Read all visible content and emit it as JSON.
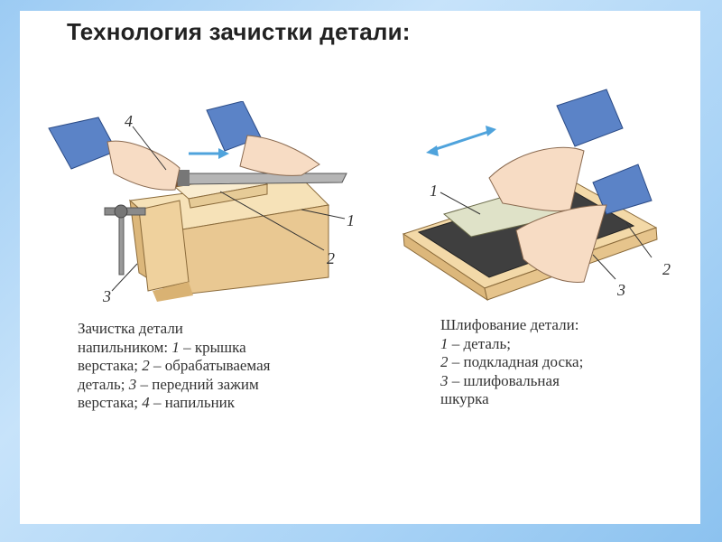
{
  "title": "Технология зачистки детали:",
  "left_figure": {
    "labels": [
      "4",
      "1",
      "2",
      "3"
    ],
    "caption_lines": [
      [
        "Зачистка детали"
      ],
      [
        "напильником: ",
        "1",
        " – крышка"
      ],
      [
        "верстака; ",
        "2",
        " – обрабатываемая"
      ],
      [
        "деталь; ",
        "3",
        " – передний зажим"
      ],
      [
        "верстака; ",
        "4",
        " – напильник"
      ]
    ]
  },
  "right_figure": {
    "labels": [
      "1",
      "2",
      "3"
    ],
    "caption_lines": [
      [
        "Шлифование детали:"
      ],
      [
        "1",
        " – деталь;"
      ],
      [
        "2",
        " – подкладная доска;"
      ],
      [
        "3",
        " – шлифовальная"
      ],
      [
        "шкурка"
      ]
    ]
  },
  "colors": {
    "wood": "#f3d9a8",
    "wood_dark": "#dcb77b",
    "sleeve": "#5b83c7",
    "skin": "#f7dcc4",
    "arrow": "#4fa3dc",
    "sandpaper": "#3f3f3f"
  }
}
